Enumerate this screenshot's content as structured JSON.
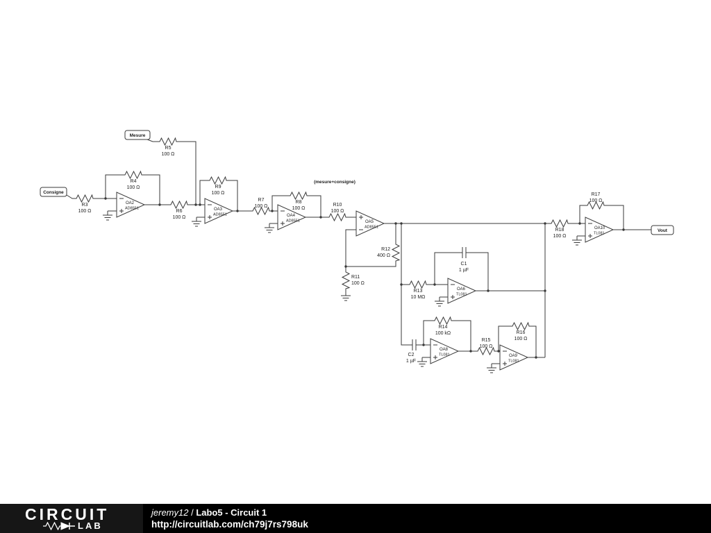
{
  "schematic": {
    "net_flags": {
      "consigne": "Consigne",
      "mesure": "Mesure",
      "vout": "Vout"
    },
    "annotation": "(mesure+consigne)",
    "components": {
      "R3": {
        "ref": "R3",
        "value": "100 Ω"
      },
      "R4": {
        "ref": "R4",
        "value": "100 Ω"
      },
      "R5": {
        "ref": "R5",
        "value": "100 Ω"
      },
      "R6": {
        "ref": "R6",
        "value": "100 Ω"
      },
      "R7": {
        "ref": "R7",
        "value": "100 Ω"
      },
      "R8": {
        "ref": "R8",
        "value": "100 Ω"
      },
      "R9": {
        "ref": "R9",
        "value": "100 Ω"
      },
      "R10": {
        "ref": "R10",
        "value": "100 Ω"
      },
      "R11": {
        "ref": "R11",
        "value": "100 Ω"
      },
      "R12": {
        "ref": "R12",
        "value": "400 Ω"
      },
      "R13": {
        "ref": "R13",
        "value": "10 MΩ"
      },
      "R14": {
        "ref": "R14",
        "value": "100 kΩ"
      },
      "R15": {
        "ref": "R15",
        "value": "100 Ω"
      },
      "R16": {
        "ref": "R16",
        "value": "100 Ω"
      },
      "R17": {
        "ref": "R17",
        "value": "100 Ω"
      },
      "R18": {
        "ref": "R18",
        "value": "100 Ω"
      },
      "C1": {
        "ref": "C1",
        "value": "1 µF"
      },
      "C2": {
        "ref": "C2",
        "value": "1 µF"
      },
      "OA2": {
        "ref": "OA2",
        "part": "AD8551"
      },
      "OA3": {
        "ref": "OA3",
        "part": "AD8551"
      },
      "OA4": {
        "ref": "OA4",
        "part": "AD8551"
      },
      "OA5": {
        "ref": "OA5",
        "part": "AD8551"
      },
      "OA6": {
        "ref": "OA6",
        "part": "TL081"
      },
      "OA8": {
        "ref": "OA8",
        "part": "TL081"
      },
      "OA9": {
        "ref": "OA9",
        "part": "TL081"
      },
      "OA10": {
        "ref": "OA10",
        "part": "TL081"
      }
    }
  },
  "footer": {
    "logo_primary": "CIRCUIT",
    "logo_secondary": "LAB",
    "author": "jeremy12",
    "separator": " / ",
    "title": "Labo5 - Circuit 1",
    "url": "http://circuitlab.com/ch79j7rs798uk"
  }
}
